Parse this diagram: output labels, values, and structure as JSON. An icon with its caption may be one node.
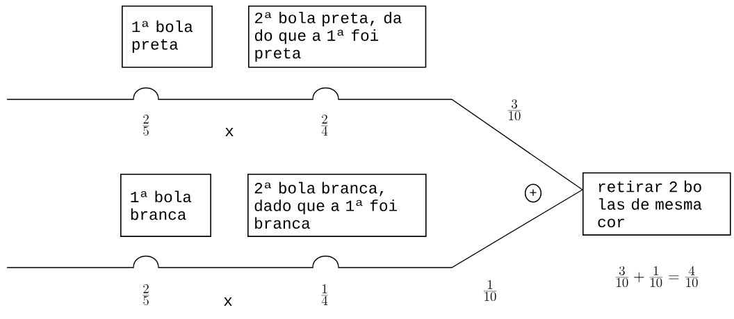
{
  "diagram": {
    "nodes": [
      {
        "text": [
          "1ª bola preta"
        ]
      },
      {
        "text": [
          "2ª bola preta, da do que a 1ª foi preta"
        ]
      },
      {
        "text": [
          "1ª bola branca"
        ]
      },
      {
        "text": [
          "2ª bola branca, dado que a 1ª foi branca"
        ]
      },
      {
        "text": [
          "retirar 2 bo las de mesma cor"
        ]
      }
    ],
    "edges": [
      {
        "from": null,
        "to": 4,
        "arrow": "none",
        "label": "\\frac{3}{10}"
      },
      {
        "from": null,
        "to": 4,
        "arrow": "none",
        "label": "\\frac{1}{10}"
      }
    ],
    "labels": [
      "\\frac{2}{5}",
      "x",
      "\\frac{2}{4}",
      "\\frac{2}{5}",
      "x",
      "\\frac{1}{4}",
      "+",
      "\\frac{3}{10} + \\frac{1}{10} = \\frac{4}{10}"
    ]
  }
}
